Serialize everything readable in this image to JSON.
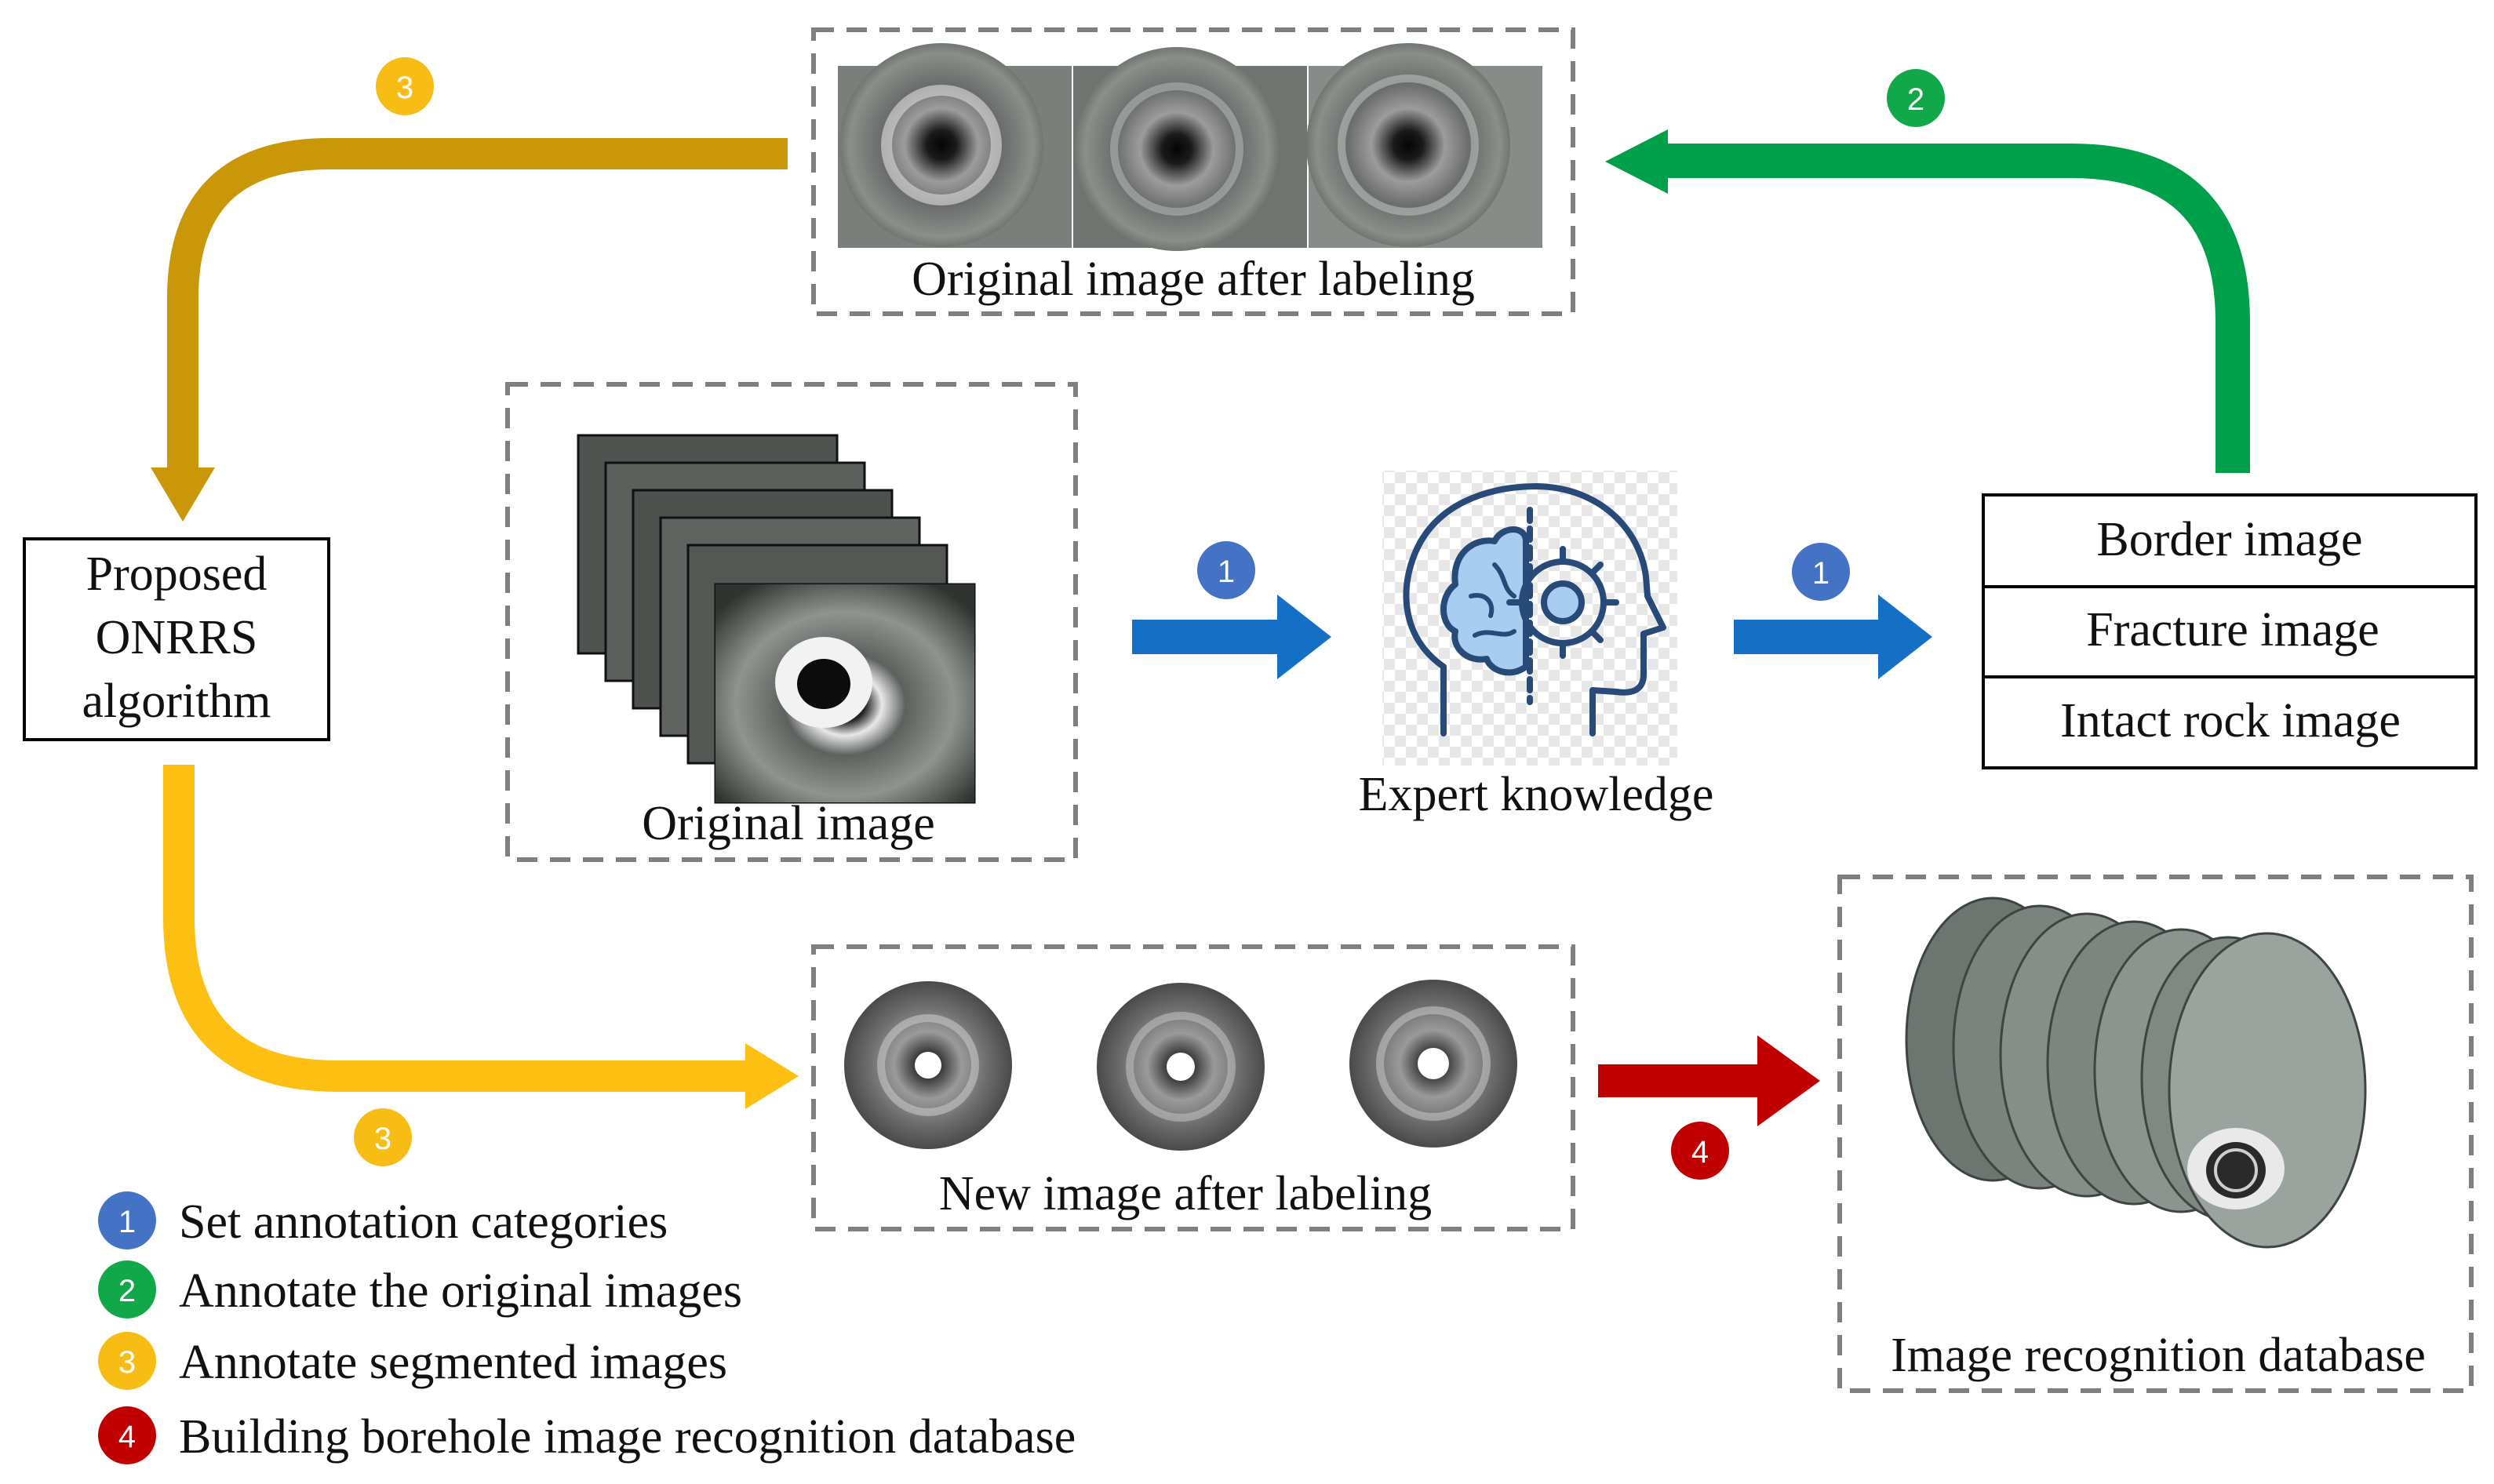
{
  "colors": {
    "step1": "#1570c5",
    "step2": "#00a04a",
    "step3_dark": "#c99708",
    "step3_light": "#fcbf12",
    "step4": "#c00000",
    "dash": "#7f7f7f",
    "badge1": "#4472c4",
    "badge2": "#11a84a",
    "badge3": "#f7bd15",
    "badge4": "#c00000"
  },
  "top_panel": {
    "caption": "Original image after labeling"
  },
  "center_panel": {
    "caption": "Original image"
  },
  "expert": {
    "label": "Expert knowledge",
    "icon": "brain-gear-head-icon"
  },
  "categories": [
    "Border image",
    "Fracture image",
    "Intact rock image"
  ],
  "algorithm": {
    "line1": "Proposed",
    "line2": "ONRRS",
    "line3": "algorithm"
  },
  "new_panel": {
    "caption": "New image after labeling"
  },
  "database_panel": {
    "caption": "Image recognition database"
  },
  "badges": {
    "step1_a": "1",
    "step1_b": "1",
    "step2": "2",
    "step3_top": "3",
    "step3_bottom": "3",
    "step4": "4"
  },
  "legend": [
    {
      "num": "1",
      "text": "Set annotation categories"
    },
    {
      "num": "2",
      "text": "Annotate the original images"
    },
    {
      "num": "3",
      "text": "Annotate segmented images"
    },
    {
      "num": "4",
      "text": "Building borehole image recognition database"
    }
  ]
}
